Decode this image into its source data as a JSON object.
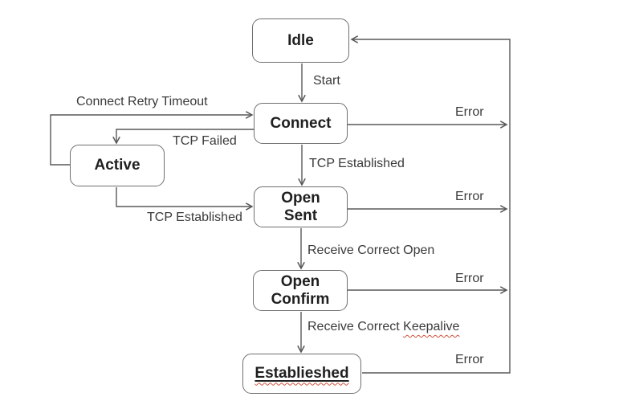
{
  "diagram": {
    "states": {
      "idle": {
        "label": "Idle"
      },
      "connect": {
        "label": "Connect"
      },
      "active": {
        "label": "Active"
      },
      "open_sent": {
        "label": "Open\nSent"
      },
      "open_confirm": {
        "label": "Open\nConfirm"
      },
      "established": {
        "label": "Establieshed"
      }
    },
    "transitions": {
      "start": "Start",
      "connect_retry_timeout": "Connect Retry Timeout",
      "tcp_failed": "TCP Failed",
      "tcp_established_upper": "TCP Established",
      "tcp_established_lower": "TCP Established",
      "receive_correct_open": "Receive Correct Open",
      "receive_correct_keepalive": {
        "prefix": "Receive Correct ",
        "word": "Keepalive"
      },
      "error_label": "Error"
    },
    "colors": {
      "line": "#58585a",
      "box_border": "#6f6f6f",
      "box_fill": "#ffffff",
      "state_text": "#1f1f1f",
      "label_text": "#3a3a3a",
      "spellcheck_underline": "#d0503c",
      "background": "#ffffff"
    }
  }
}
